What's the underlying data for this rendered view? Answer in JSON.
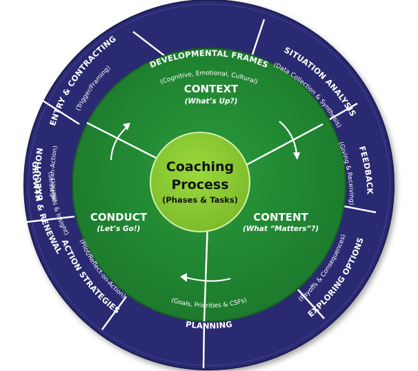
{
  "colors": {
    "outer_ring": "#2b2a72",
    "outer_ring_edge": "#1b1a4f",
    "inner_disc": "#218a33",
    "hub": "#8ccd32",
    "separator": "#ffffff"
  },
  "hub": {
    "line1": "Coaching",
    "line2": "Process",
    "line3": "(Phases & Tasks)"
  },
  "phases": {
    "context": {
      "title": "CONTEXT",
      "subtitle": "(What’s Up?)"
    },
    "content": {
      "title": "CONTENT",
      "subtitle": "(What “Matters”?)"
    },
    "conduct": {
      "title": "CONDUCT",
      "subtitle": "(Let’s Go!)"
    }
  },
  "segments": [
    {
      "id": "developmental-frames",
      "title": "DEVELOPMENTAL FRAMES",
      "subtitle": "(Cognitive, Emotional, Cultural)"
    },
    {
      "id": "situation-analysis",
      "title": "SITUATION ANALYSIS",
      "subtitle": "(Data Collection & Synthesis)"
    },
    {
      "id": "feedback",
      "title": "FEEDBACK",
      "subtitle": "(Giving & Receiving)"
    },
    {
      "id": "exploring-options",
      "title": "EXPLORING OPTIONS",
      "subtitle": "(Payoffs & Consequences)"
    },
    {
      "id": "planning",
      "title": "PLANNING",
      "subtitle": "(Goals, Priorities & CSFs)"
    },
    {
      "id": "action-strategies",
      "title": "ACTION STRATEGIES",
      "subtitle": "(Pilot/Reflect-on-Action)"
    },
    {
      "id": "growth-renewal",
      "title": "GROWTH & RENEWAL",
      "subtitle": "(Strategies & Insight)"
    },
    {
      "id": "execution",
      "title": "EXECUTION",
      "subtitle": "(Reflect-in-Action)"
    },
    {
      "id": "entry-contracting",
      "title": "ENTRY & CONTRACTING",
      "subtitle": "(Trigger/Framing)"
    }
  ]
}
